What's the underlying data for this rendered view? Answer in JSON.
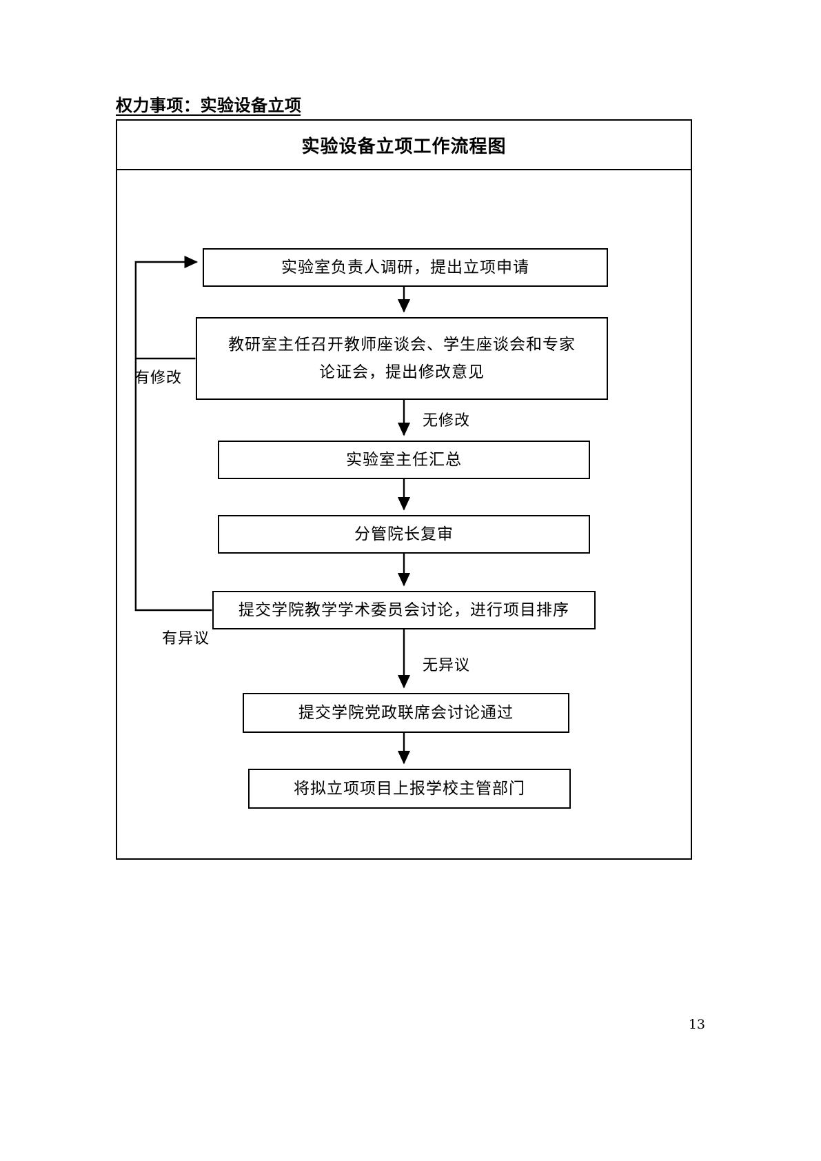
{
  "document": {
    "heading": "权力事项：实验设备立项",
    "page_number": "13"
  },
  "flowchart": {
    "title": "实验设备立项工作流程图",
    "nodes": [
      {
        "id": "node-1",
        "text": "实验室负责人调研，提出立项申请"
      },
      {
        "id": "node-2",
        "line1": "教研室主任召开教师座谈会、学生座谈会和专家",
        "line2": "论证会，提出修改意见"
      },
      {
        "id": "node-3",
        "text": "实验室主任汇总"
      },
      {
        "id": "node-4",
        "text": "分管院长复审"
      },
      {
        "id": "node-5",
        "text": "提交学院教学学术委员会讨论，进行项目排序"
      },
      {
        "id": "node-6",
        "text": "提交学院党政联席会讨论通过"
      },
      {
        "id": "node-7",
        "text": "将拟立项项目上报学校主管部门"
      }
    ],
    "edge_labels": {
      "has_revision": "有修改",
      "no_revision": "无修改",
      "has_objection": "有异议",
      "no_objection": "无异议"
    },
    "colors": {
      "line": "#000000",
      "background": "#ffffff"
    }
  }
}
